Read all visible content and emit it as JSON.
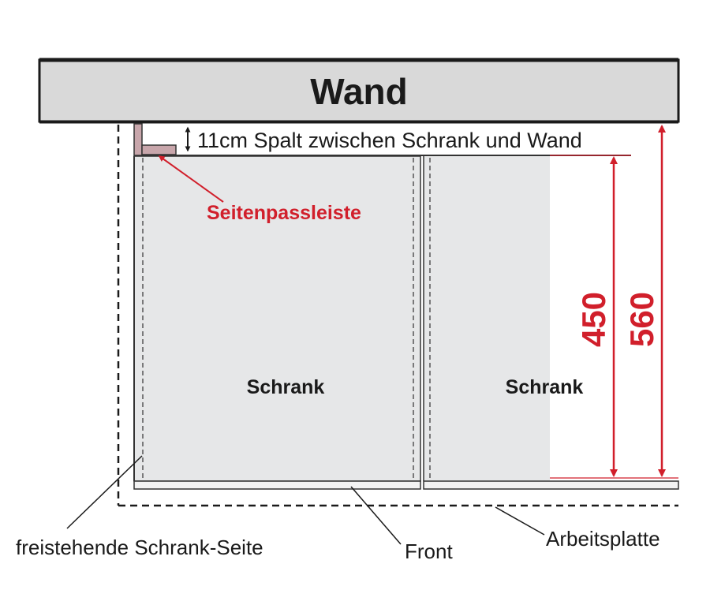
{
  "diagram": {
    "wall_label": "Wand",
    "gap_label": "11cm Spalt zwischen Schrank und Wand",
    "filler_label": "Seitenpassleiste",
    "cabinet_left_label": "Schrank",
    "cabinet_right_label": "Schrank",
    "freestanding_side_label": "freistehende Schrank-Seite",
    "front_label": "Front",
    "worktop_label": "Arbeitsplatte",
    "dimension_inner": "450",
    "dimension_outer": "560"
  },
  "colors": {
    "wall_fill": "#d9d9d9",
    "cabinet_fill": "#e6e7e8",
    "filler_fill": "#c8a6ab",
    "dimension_red": "#d11f2b",
    "line_dark": "#1a1a1a"
  },
  "icons": {
    "gap_arrow": "double-arrow-vertical-icon",
    "dimension_arrow": "double-arrow-vertical-icon"
  }
}
